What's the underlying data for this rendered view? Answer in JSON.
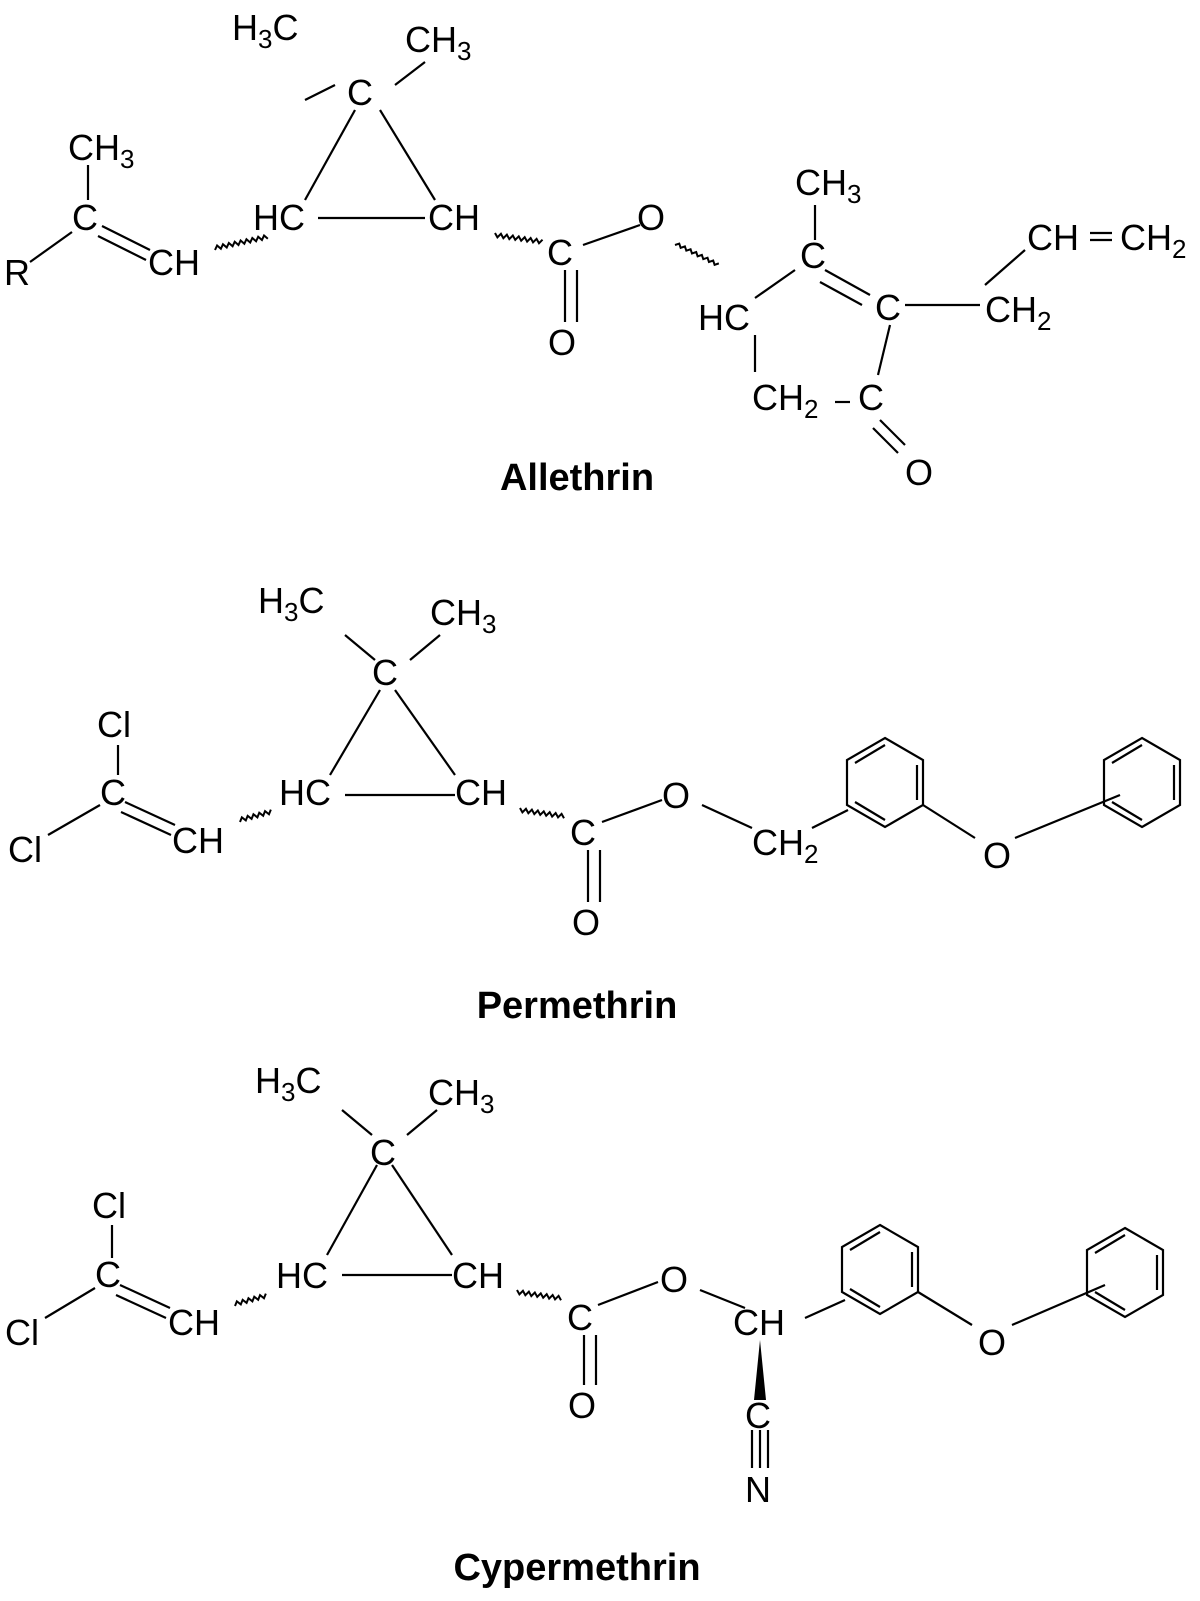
{
  "molecules": [
    {
      "name": "Allethrin",
      "labels": {
        "h3c": "H",
        "h3c_sub": "3",
        "h3c_c": "C",
        "ch3_top": "CH",
        "ch3_top_sub": "3",
        "c_apex": "C",
        "hc_ring": "HC",
        "ch_ring": "CH",
        "ch3_side": "CH",
        "ch3_side_sub": "3",
        "c_vinyl": "C",
        "ch_vinyl": "CH",
        "r_group": "R",
        "c_carbonyl": "C",
        "o_carbonyl": "O",
        "o_ester": "O",
        "hc_cp": "HC",
        "ch3_cp": "CH",
        "ch3_cp_sub": "3",
        "c_cp1": "C",
        "c_cp2": "C",
        "ch2_allyl": "CH",
        "ch2_allyl_sub": "2",
        "ch_allyl": "CH",
        "eq": "=",
        "ch2_term": "CH",
        "ch2_term_sub": "2",
        "ch2_cp": "CH",
        "ch2_cp_sub": "2",
        "c_cp3": "C",
        "o_cp": "O"
      }
    },
    {
      "name": "Permethrin",
      "labels": {
        "h3c": "H",
        "h3c_sub": "3",
        "h3c_c": "C",
        "ch3_top": "CH",
        "ch3_top_sub": "3",
        "c_apex": "C",
        "hc_ring": "HC",
        "ch_ring": "CH",
        "cl_top": "Cl",
        "cl_bottom": "Cl",
        "c_vinyl": "C",
        "ch_vinyl": "CH",
        "c_carbonyl": "C",
        "o_carbonyl": "O",
        "o_ester": "O",
        "ch2_benzyl": "CH",
        "ch2_benzyl_sub": "2",
        "o_ether": "O"
      }
    },
    {
      "name": "Cypermethrin",
      "labels": {
        "h3c": "H",
        "h3c_sub": "3",
        "h3c_c": "C",
        "ch3_top": "CH",
        "ch3_top_sub": "3",
        "c_apex": "C",
        "hc_ring": "HC",
        "ch_ring": "CH",
        "cl_top": "Cl",
        "cl_bottom": "Cl",
        "c_vinyl": "C",
        "ch_vinyl": "CH",
        "c_carbonyl": "C",
        "o_carbonyl": "O",
        "o_ester": "O",
        "ch_cyano": "CH",
        "c_nitrile": "C",
        "n_nitrile": "N",
        "o_ether": "O"
      }
    }
  ]
}
